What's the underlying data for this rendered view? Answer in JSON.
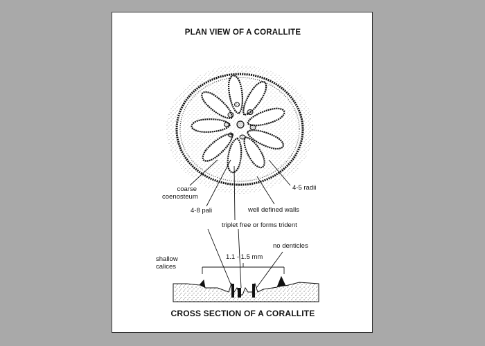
{
  "figure": {
    "plan_title": "PLAN VIEW OF A CORALLITE",
    "cross_title": "CROSS SECTION OF A CORALLITE",
    "labels": {
      "coenosteum_line1": "coarse",
      "coenosteum_line2": "coenosteum",
      "radii": "4-5 radii",
      "pali": "4-8 pali",
      "walls": "well defined walls",
      "trident": "triplet free or forms trident",
      "calices_line1": "shallow",
      "calices_line2": "calices",
      "diameter": "1.1 - 1.5 mm",
      "denticles": "no denticles"
    }
  },
  "colors": {
    "background": "#a9a9a9",
    "paper": "#ffffff",
    "ink": "#111111"
  }
}
